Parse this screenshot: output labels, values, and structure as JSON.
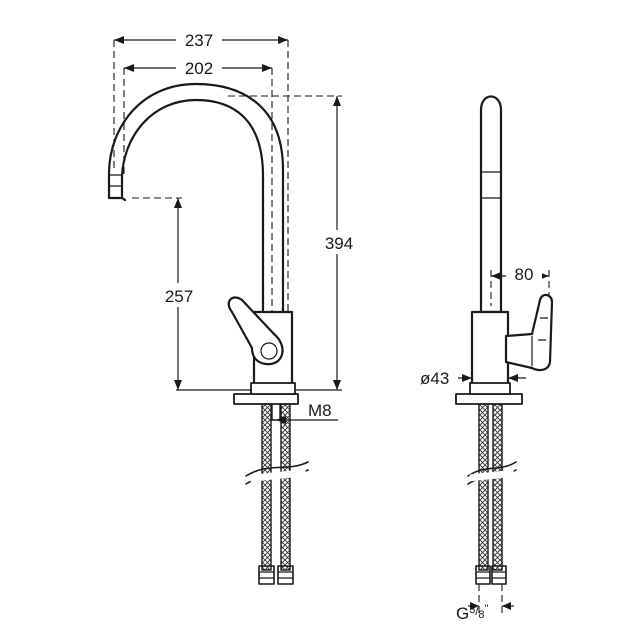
{
  "drawing": {
    "dimensions": {
      "overall_reach": "237",
      "spout_reach": "202",
      "overall_height": "394",
      "spout_height": "257",
      "lever_reach": "80",
      "body_diameter": "ø43",
      "mounting_thread": "M8",
      "connection": {
        "base": "G",
        "numerator": "3",
        "separator": "/",
        "denominator": "8",
        "suffix": "\""
      }
    },
    "colors": {
      "line": "#1a1a1a",
      "background": "#ffffff"
    }
  }
}
